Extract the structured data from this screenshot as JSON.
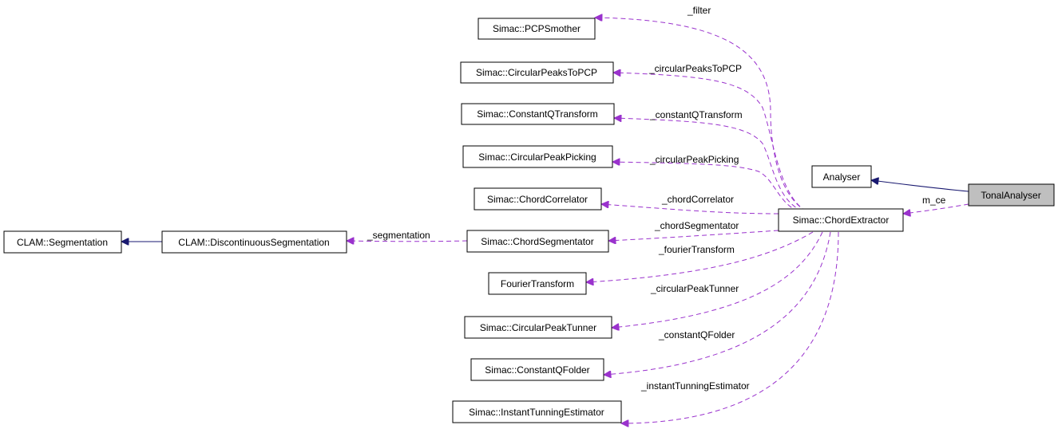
{
  "nodes": {
    "pcp_smother": "Simac::PCPSmother",
    "circular_peaks_to_pcp": "Simac::CircularPeaksToPCP",
    "constant_q_transform": "Simac::ConstantQTransform",
    "circular_peak_picking": "Simac::CircularPeakPicking",
    "chord_correlator": "Simac::ChordCorrelator",
    "chord_segmentator": "Simac::ChordSegmentator",
    "fourier_transform": "FourierTransform",
    "circular_peak_tunner": "Simac::CircularPeakTunner",
    "constant_q_folder": "Simac::ConstantQFolder",
    "instant_tunning_estimator": "Simac::InstantTunningEstimator",
    "analyser": "Analyser",
    "tonal_analyser": "TonalAnalyser",
    "chord_extractor": "Simac::ChordExtractor",
    "clam_segmentation": "CLAM::Segmentation",
    "clam_discontinuous_segmentation": "CLAM::DiscontinuousSegmentation"
  },
  "edge_labels": {
    "filter": "_filter",
    "circular_peaks_to_pcp": "_circularPeaksToPCP",
    "constant_q_transform": "_constantQTransform",
    "circular_peak_picking": "_circularPeakPicking",
    "chord_correlator": "_chordCorrelator",
    "chord_segmentator": "_chordSegmentator",
    "fourier_transform": "_fourierTransform",
    "circular_peak_tunner": "_circularPeakTunner",
    "constant_q_folder": "_constantQFolder",
    "instant_tunning_estimator": "_instantTunningEstimator",
    "segmentation": "_segmentation",
    "m_ce": "m_ce"
  },
  "colors": {
    "usage_edge": "#9a32cd",
    "inheritance_edge": "#191970",
    "focus_node_fill": "#bfbfbf"
  }
}
